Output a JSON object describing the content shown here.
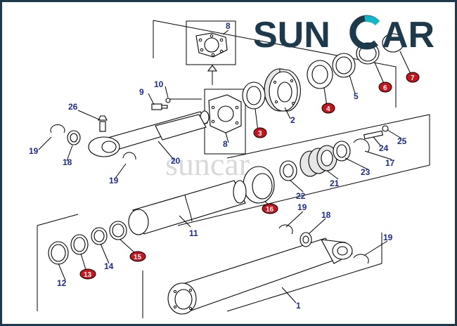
{
  "brand": {
    "name_left": "SUN",
    "name_right": "AR",
    "text_color": "#1d3a4c",
    "accent_color": "#12b8c8"
  },
  "watermark": {
    "text": "suncar"
  },
  "colors": {
    "label_text": "#1a2a9a",
    "seal_badge": "#c8151d",
    "frame": "#1d3a4c"
  },
  "labels": {
    "p1": "1",
    "p2": "2",
    "p3": "3",
    "p4": "4",
    "p5": "5",
    "p6": "6",
    "p7": "7",
    "p8_top": "8",
    "p8_mid": "8",
    "p9": "9",
    "p10": "10",
    "p11": "11",
    "p12": "12",
    "p13": "13",
    "p14": "14",
    "p15": "15",
    "p16": "16",
    "p17": "17",
    "p18_left": "18",
    "p18_right": "18",
    "p19_a": "19",
    "p19_b": "19",
    "p19_c": "19",
    "p19_d": "19",
    "p20": "20",
    "p21": "21",
    "p22": "22",
    "p23": "23",
    "p24": "24",
    "p25": "25",
    "p26": "26"
  }
}
